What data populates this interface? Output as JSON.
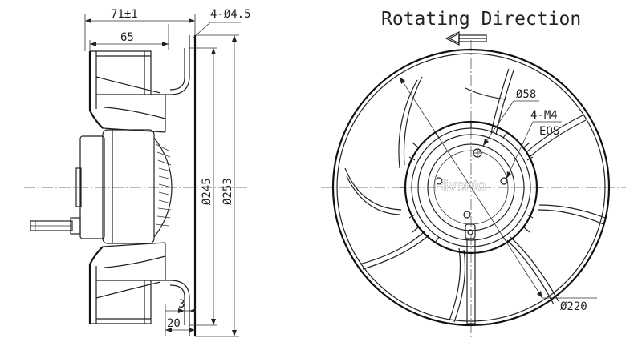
{
  "title": "Rotating Direction",
  "brand": "Hivento",
  "side_view": {
    "dims": {
      "overall_depth": "71±1",
      "depth": "65",
      "holes": "4-Ø4.5",
      "inner_dia": "Ø245",
      "outer_dia": "Ø253",
      "flange": "3",
      "offset": "20"
    }
  },
  "front_view": {
    "dims": {
      "hub_dia": "Ø58",
      "thread": "4-M4",
      "eqs": "EQS",
      "impeller_dia": "Ø220"
    }
  },
  "colors": {
    "line": "#222222",
    "background": "#ffffff"
  }
}
